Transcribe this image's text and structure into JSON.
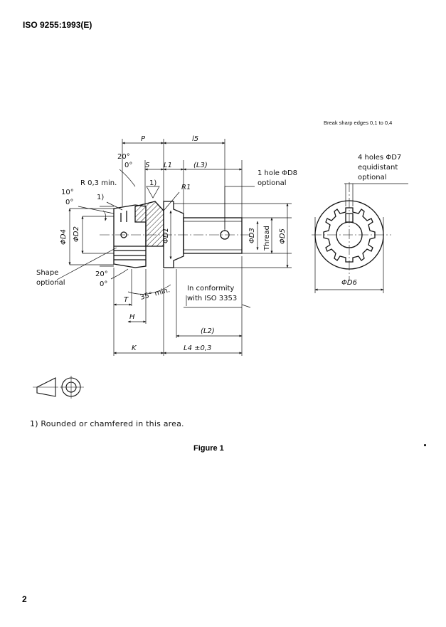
{
  "header": {
    "standard_ref": "ISO 9255:1993(E)"
  },
  "page_number": "2",
  "figure": {
    "caption": "Figure 1",
    "note": "Break sharp edges 0,1 to 0,4",
    "footnote": "1) Rounded or chamfered in this area.",
    "labels": {
      "P": "P",
      "l5": "l5",
      "S": "S",
      "L1": "L1",
      "L3": "(L3)",
      "ang20_top": "20°",
      "ang0_top": "0°",
      "r03": "R 0,3 min.",
      "fn1a": "1)",
      "fn1b": "1)",
      "R1": "R1",
      "ang10": "10°",
      "ang0_left": "0°",
      "hole_d8_1": "1 hole ΦD8",
      "hole_d8_2": "optional",
      "holes4_1": "4 holes ΦD7",
      "holes4_2": "equidistant",
      "holes4_3": "optional",
      "d4": "ΦD4",
      "d2": "ΦD2",
      "d1": "ΦD1",
      "d3": "ΦD3",
      "thread": "Thread",
      "d5": "ΦD5",
      "d6": "ΦD6",
      "shape1": "Shape",
      "shape2": "optional",
      "ang20_bot": "20°",
      "ang0_bot": "0°",
      "T": "T",
      "ang35": "35° min.",
      "conf1": "In conformity",
      "conf2": "with ISO 3353",
      "H": "H",
      "L2": "(L2)",
      "K": "K",
      "L4": "L4 ±0,3"
    }
  }
}
